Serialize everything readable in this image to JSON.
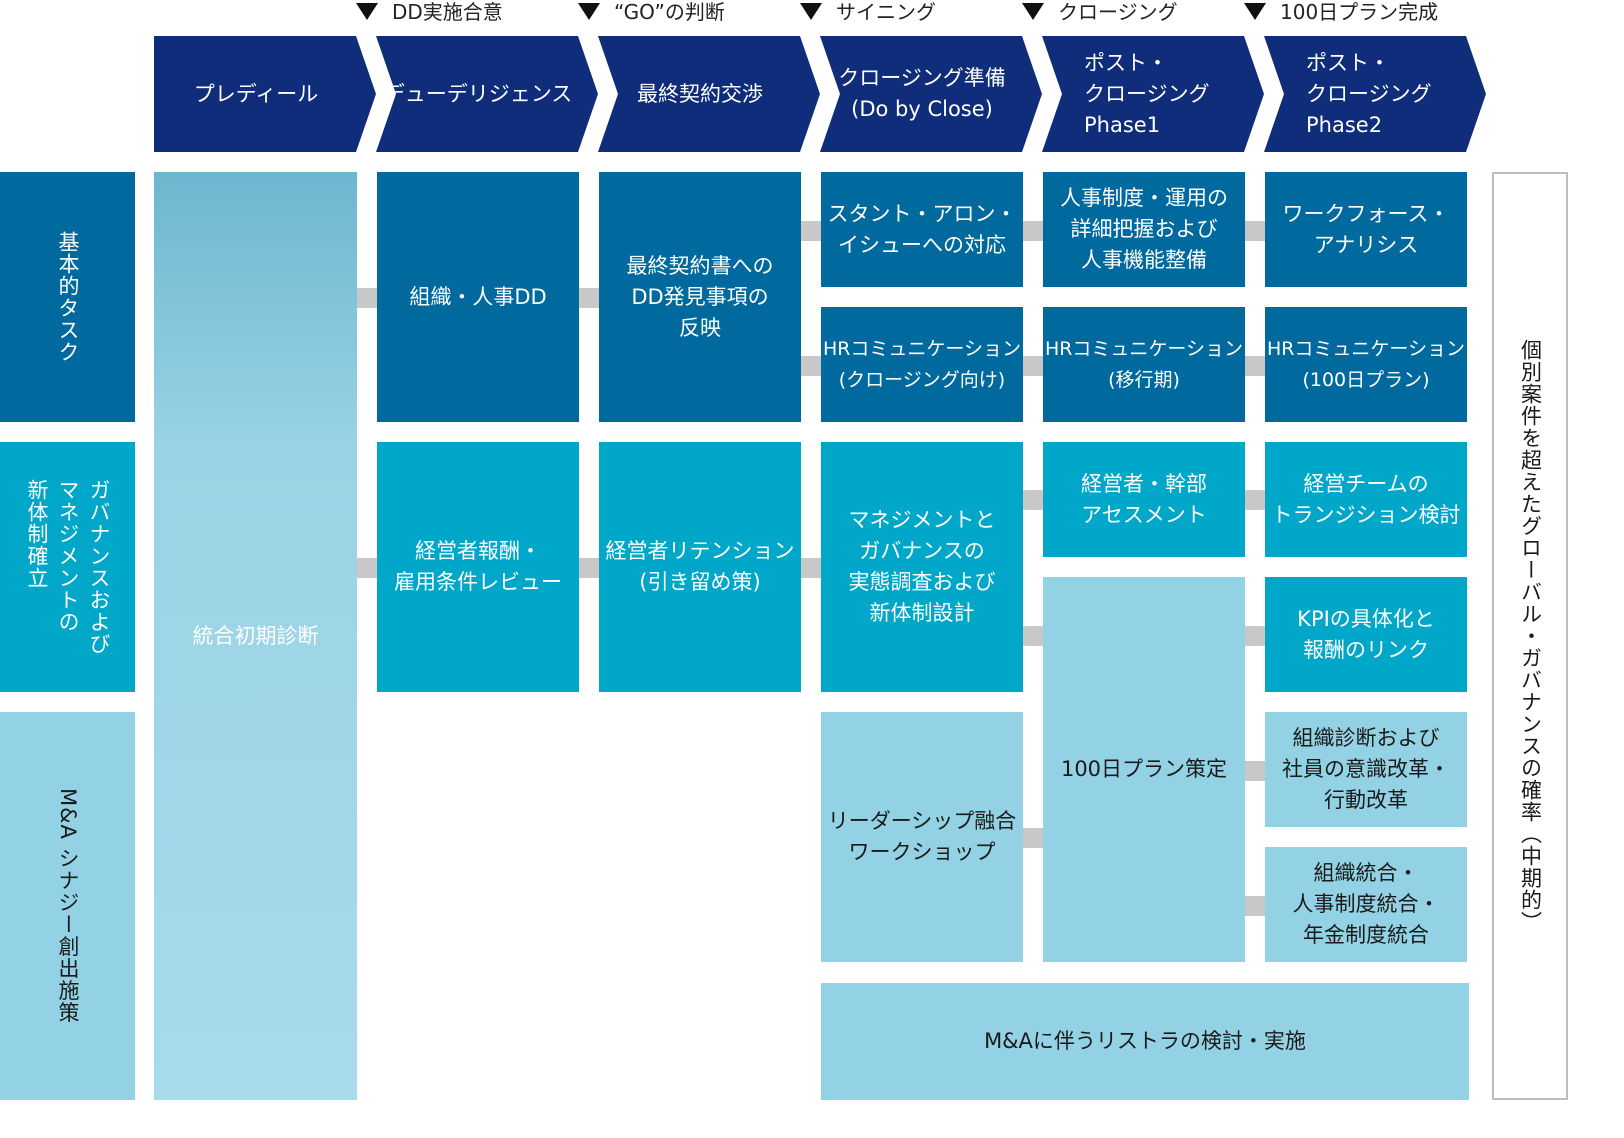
{
  "milestones": [
    {
      "id": "dd-agreement",
      "label": "DD実施合意"
    },
    {
      "id": "go-decision",
      "label": "“GO”の判断"
    },
    {
      "id": "signing",
      "label": "サイニング"
    },
    {
      "id": "closing",
      "label": "クロージング"
    },
    {
      "id": "plan100-complete",
      "label": "100日プラン完成"
    }
  ],
  "phases": [
    {
      "id": "pre-deal",
      "label": "プレディール"
    },
    {
      "id": "due-diligence",
      "label": "デューデリジェンス"
    },
    {
      "id": "final-negotiation",
      "label": "最終契約交渉"
    },
    {
      "id": "closing-prep",
      "label": "クロージング準備\n(Do by Close)"
    },
    {
      "id": "post-closing-1",
      "label": "ポスト・\nクロージング\nPhase1"
    },
    {
      "id": "post-closing-2",
      "label": "ポスト・\nクロージング\nPhase2"
    }
  ],
  "row_labels": [
    {
      "id": "basic-tasks",
      "label": "基本的タスク"
    },
    {
      "id": "governance",
      "label": "ガバナンスおよび\nマネジメントの\n新体制確立"
    },
    {
      "id": "synergy",
      "label": "M&A シナジー創出施策"
    }
  ],
  "diagnosis": {
    "label": "統合初期診断"
  },
  "boxes": {
    "org_hr_dd": "組織・人事DD",
    "final_contract": "最終契約書への\nDD発見事項の\n反映",
    "standalone": "スタント・アロン・\nイシューへの対応",
    "hr_system": "人事制度・運用の\n詳細把握および\n人事機能整備",
    "workforce": "ワークフォース・\nアナリシス",
    "hrcomm_closing": "HRコミュニケーション\n(クロージング向け)",
    "hrcomm_transition": "HRコミュニケーション\n(移行期)",
    "hrcomm_100": "HRコミュニケーション\n(100日プラン)",
    "exec_comp": "経営者報酬・\n雇用条件レビュー",
    "exec_retention": "経営者リテンション\n(引き留め策)",
    "mgmt_governance": "マネジメントと\nガバナンスの\n実態調査および\n新体制設計",
    "exec_assessment": "経営者・幹部\nアセスメント",
    "mgmt_team_transition": "経営チームの\nトランジション検討",
    "plan100": "100日プラン策定",
    "kpi_link": "KPIの具体化と\n報酬のリンク",
    "leadership_ws": "リーダーシップ融合\nワークショップ",
    "org_diagnosis": "組織診断および\n社員の意識改革・\n行動改革",
    "org_integration": "組織統合・\n人事制度統合・\n年金制度統合",
    "restructuring": "M&Aに伴うリストラの検討・実施"
  },
  "global_governance": {
    "label": "個別案件を超えたグローバル・ガバナンスの確率（中期的）"
  },
  "colors": {
    "phase_navy": "#0f2d7a",
    "basic_blue": "#00699e",
    "governance_cyan": "#00a7c8",
    "synergy_light": "#92d2e4",
    "connector_gray": "#c8c8c8"
  }
}
